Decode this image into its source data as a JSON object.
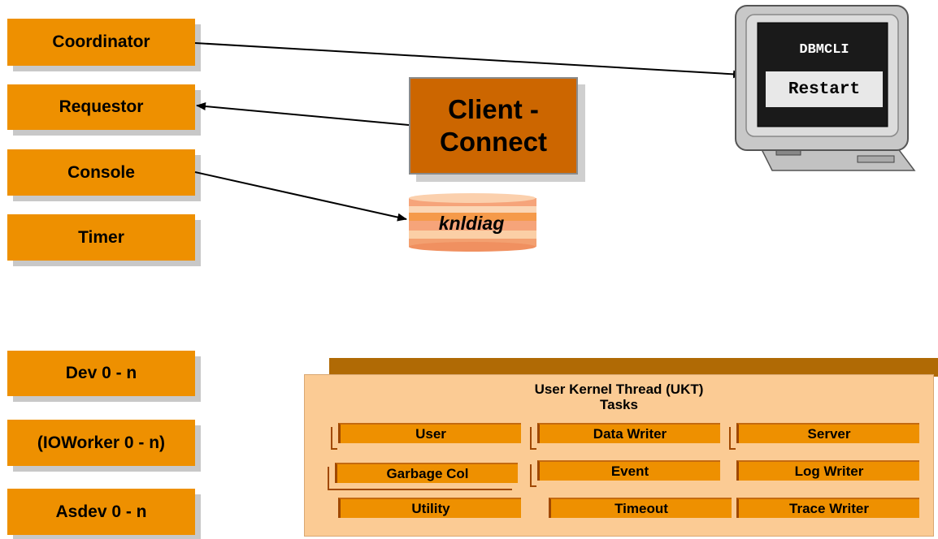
{
  "threads": {
    "coordinator": "Coordinator",
    "requestor": "Requestor",
    "console": "Console",
    "timer": "Timer",
    "dev": "Dev 0 - n",
    "ioworker": "(IOWorker 0 - n)",
    "asdev": "Asdev 0 - n"
  },
  "client_connect": {
    "line1": "Client -",
    "line2": "Connect"
  },
  "knldiag": "knldiag",
  "monitor": {
    "screen_label": "DBMCLI",
    "command": "Restart"
  },
  "ukt": {
    "title": "User Kernel Thread (UKT)",
    "subtitle": "Tasks",
    "tasks": [
      "User",
      "Data Writer",
      "Server",
      "Garbage Col",
      "Event",
      "Log Writer",
      "Utility",
      "Timeout",
      "Trace Writer"
    ]
  },
  "colors": {
    "thread": "#ee9000",
    "client": "#cc6600",
    "ukt_panel": "#fbcb94",
    "ukt_header": "#b06a05"
  }
}
